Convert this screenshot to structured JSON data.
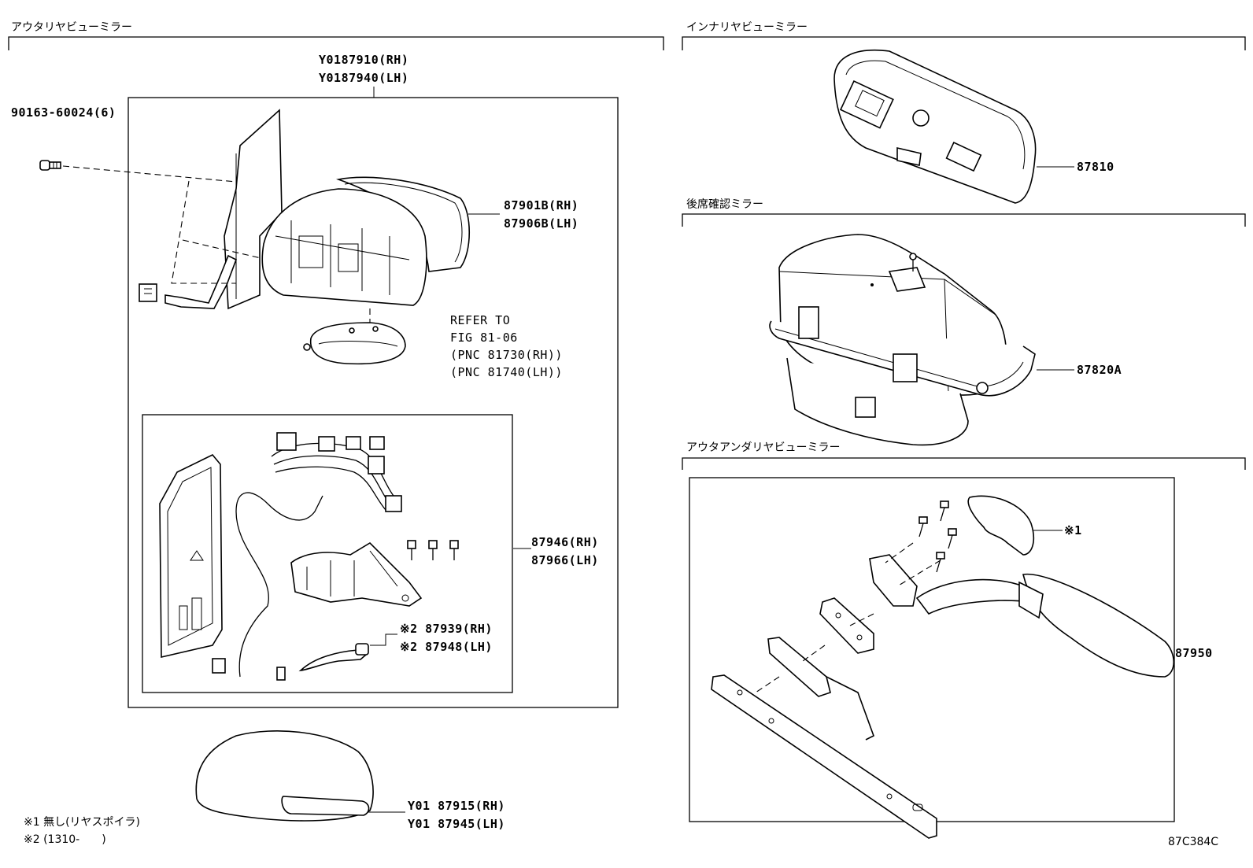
{
  "sections": {
    "outer_mirror": "アウタリヤビューミラー",
    "inner_mirror": "インナリヤビューミラー",
    "rear_seat_mirror": "後席確認ミラー",
    "outer_under_mirror": "アウタアンダリヤビューミラー"
  },
  "labels": {
    "assy_rh": "Y0187910(RH)",
    "assy_lh": "Y0187940(LH)",
    "screw": "90163-60024(6)",
    "mirror_rh": "87901B(RH)",
    "mirror_lh": "87906B(LH)",
    "refer_1": "REFER TO",
    "refer_2": "FIG 81-06",
    "refer_3": "(PNC 81730(RH))",
    "refer_4": "(PNC 81740(LH))",
    "motor_rh": "87946(RH)",
    "motor_lh": "87966(LH)",
    "bulb_rh": "※2 87939(RH)",
    "bulb_lh": "※2 87948(LH)",
    "cover_rh": "Y01 87915(RH)",
    "cover_lh": "Y01 87945(LH)",
    "inner": "87810",
    "rear_seat": "87820A",
    "under_cover": "※1",
    "under": "87950"
  },
  "notes": {
    "note1": "※1 無し(リヤスポイラ)",
    "note2": "※2 (1310-　　)"
  },
  "figure_code": "87C384C"
}
